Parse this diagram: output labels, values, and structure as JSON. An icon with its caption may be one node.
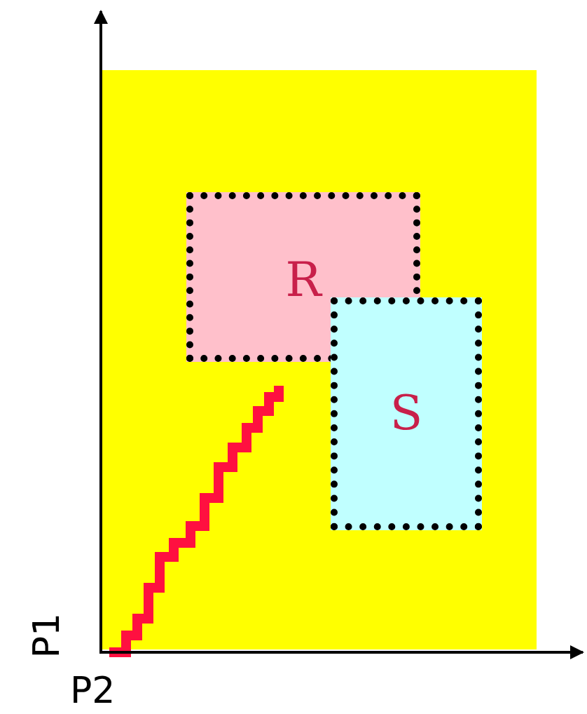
{
  "diagram": {
    "nodes": [
      {
        "text": [
          "R"
        ]
      },
      {
        "text": [
          "S"
        ]
      }
    ],
    "labels": [
      "P1",
      "P2"
    ]
  }
}
